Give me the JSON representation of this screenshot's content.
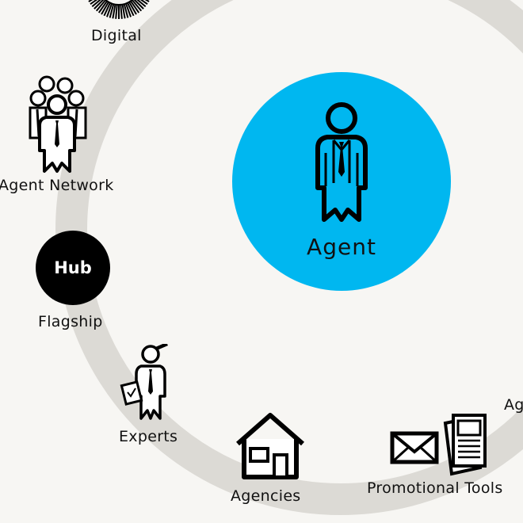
{
  "colors": {
    "ring": "#dcdad5",
    "center_fill": "#00b7f0",
    "background": "#f7f6f3"
  },
  "center": {
    "label": "Agent",
    "icon": "agent-person-icon"
  },
  "nodes": {
    "digital": {
      "label": "Digital",
      "icon": "digital-sunburst-icon"
    },
    "agent_network": {
      "label": "Agent Network",
      "icon": "people-group-icon"
    },
    "flagship": {
      "label": "Flagship",
      "badge": "Hub"
    },
    "experts": {
      "label": "Experts",
      "icon": "expert-clipboard-icon"
    },
    "agencies": {
      "label": "Agencies",
      "icon": "house-icon"
    },
    "promotional_tools": {
      "label": "Promotional Tools",
      "icon": "envelope-documents-icon"
    },
    "partial_right": {
      "label": "Ag"
    }
  }
}
